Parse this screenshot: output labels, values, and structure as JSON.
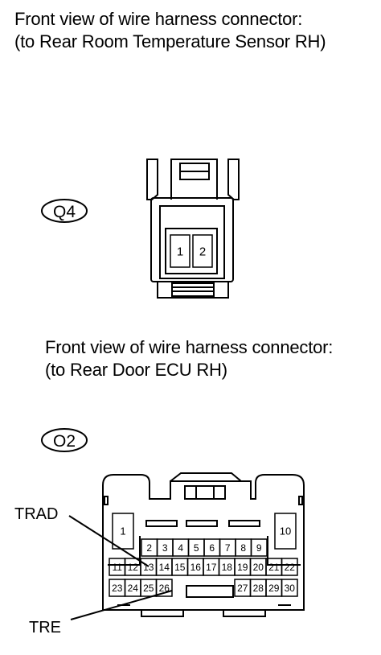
{
  "caption_top": {
    "line1": "Front view of wire harness connector:",
    "line2": "(to Rear Room Temperature Sensor RH)"
  },
  "caption_bottom": {
    "line1": "Front view of wire harness connector:",
    "line2": "(to Rear Door ECU RH)"
  },
  "connector_q4": {
    "code": "Q4",
    "pins": [
      "1",
      "2"
    ]
  },
  "connector_o2": {
    "code": "O2",
    "pins_left": "1",
    "pins_right": "10",
    "row1": [
      "2",
      "3",
      "4",
      "5",
      "6",
      "7",
      "8",
      "9"
    ],
    "row2": [
      "11",
      "12",
      "13",
      "14",
      "15",
      "16",
      "17",
      "18",
      "19",
      "20",
      "21",
      "22"
    ],
    "row3_left": [
      "23",
      "24",
      "25",
      "26"
    ],
    "row3_right": [
      "27",
      "28",
      "29",
      "30"
    ]
  },
  "callouts": {
    "trad": "TRAD",
    "tre": "TRE"
  }
}
